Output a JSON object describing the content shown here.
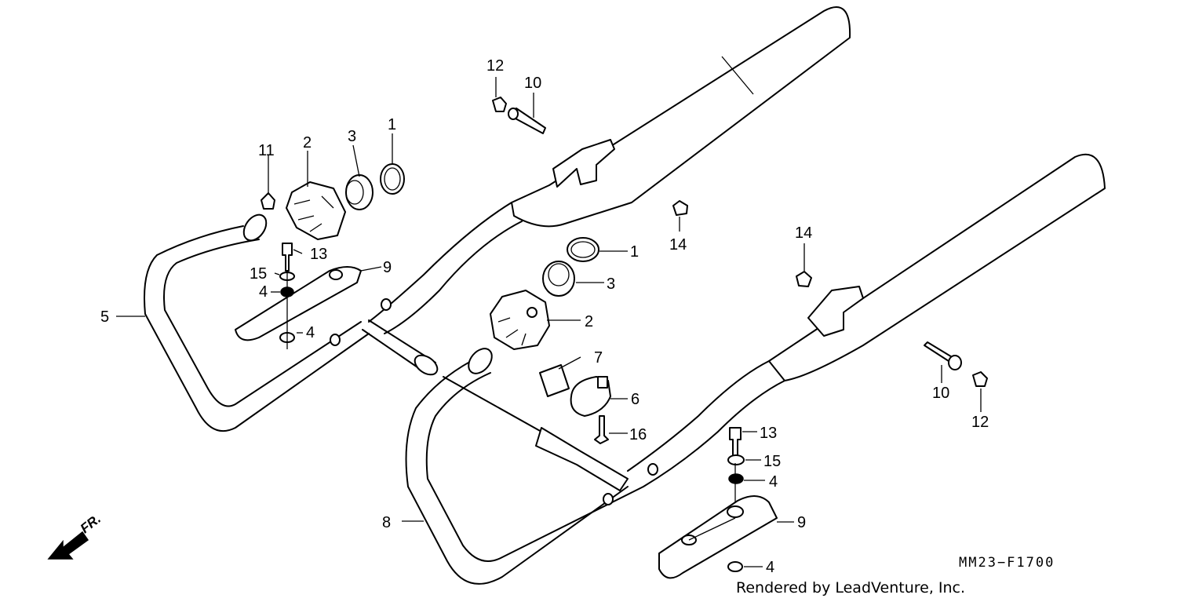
{
  "diagram": {
    "labels": {
      "l1a": "1",
      "l1b": "1",
      "l2a": "2",
      "l2b": "2",
      "l3a": "3",
      "l3b": "3",
      "l4a": "4",
      "l4b": "4",
      "l4c": "4",
      "l4d": "4",
      "l5": "5",
      "l6": "6",
      "l7": "7",
      "l8": "8",
      "l9a": "9",
      "l9b": "9",
      "l10a": "10",
      "l10b": "10",
      "l11": "11",
      "l12a": "12",
      "l12b": "12",
      "l13a": "13",
      "l13b": "13",
      "l14a": "14",
      "l14b": "14",
      "l15a": "15",
      "l15b": "15",
      "l16": "16"
    },
    "direction_label": "FR.",
    "diagram_code": "MM23−F1700",
    "credit": "Rendered by LeadVenture, Inc."
  }
}
